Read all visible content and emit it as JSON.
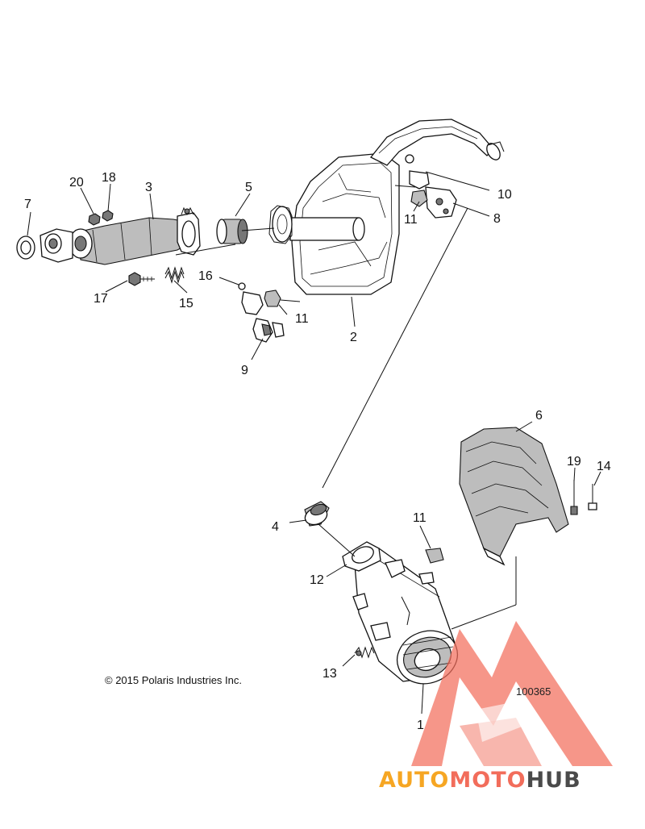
{
  "copyright": "© 2015 Polaris Industries Inc.",
  "diagram_number": "100365",
  "watermark": {
    "text_part1": "AUTO",
    "text_part2": "MOTO",
    "text_part3": "HUB",
    "color_light": "#f6a623",
    "color_mid": "#f26d5b",
    "color_dark": "#4a4a4a"
  },
  "callouts": [
    "1",
    "2",
    "3",
    "4",
    "5",
    "6",
    "7",
    "8",
    "9",
    "10",
    "11",
    "11",
    "11",
    "12",
    "13",
    "14",
    "15",
    "16",
    "17",
    "18",
    "19",
    "20"
  ]
}
